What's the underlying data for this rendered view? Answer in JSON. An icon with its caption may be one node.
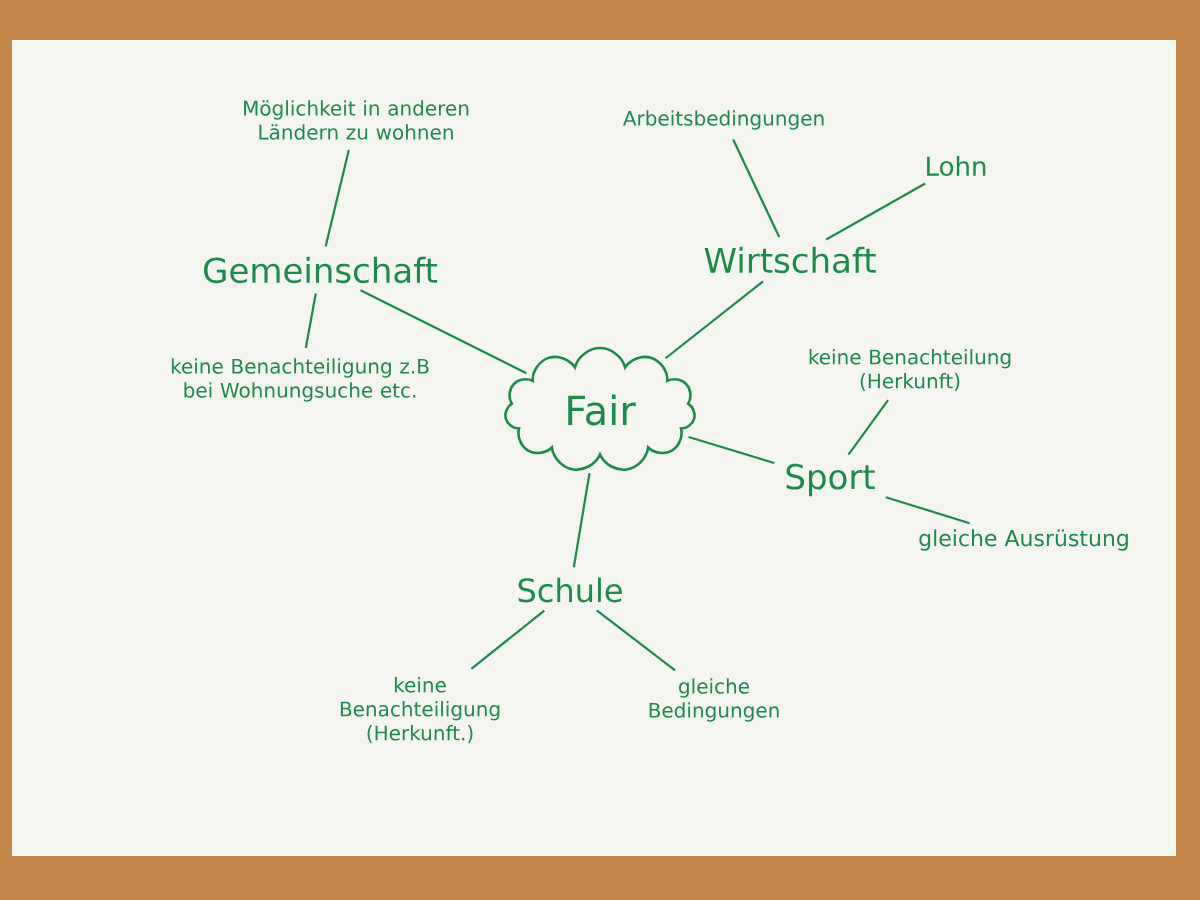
{
  "diagram": {
    "nodes": [
      {
        "text": [
          "Fair"
        ]
      },
      {
        "text": [
          "Gemeinschaft"
        ]
      },
      {
        "text": [
          "Möglichkeit in anderen Ländern zu wohnen"
        ]
      },
      {
        "text": [
          "keine Benachteiligung z.B bei Wohnungsuche etc."
        ]
      },
      {
        "text": [
          "Wirtschaft"
        ]
      },
      {
        "text": [
          "Arbeitsbedingungen"
        ]
      },
      {
        "text": [
          "Lohn"
        ]
      },
      {
        "text": [
          "Sport"
        ]
      },
      {
        "text": [
          "keine Benachteilung (Herkunft)"
        ]
      },
      {
        "text": [
          "gleiche Ausrüstung"
        ]
      },
      {
        "text": [
          "Schule"
        ]
      },
      {
        "text": [
          "keine Benachteiligung (Herkunft.)"
        ]
      },
      {
        "text": [
          "gleiche Bedingungen"
        ]
      }
    ],
    "edges": [
      {
        "from": 0,
        "to": 1,
        "arrow": "none"
      },
      {
        "from": 0,
        "to": 4,
        "arrow": "none"
      },
      {
        "from": 0,
        "to": 7,
        "arrow": "none"
      },
      {
        "from": 0,
        "to": 10,
        "arrow": "none"
      },
      {
        "from": 1,
        "to": 2,
        "arrow": "none"
      },
      {
        "from": 1,
        "to": 3,
        "arrow": "none"
      },
      {
        "from": 4,
        "to": 5,
        "arrow": "none"
      },
      {
        "from": 4,
        "to": 6,
        "arrow": "none"
      },
      {
        "from": 7,
        "to": 8,
        "arrow": "none"
      },
      {
        "from": 7,
        "to": 9,
        "arrow": "none"
      },
      {
        "from": 10,
        "to": 11,
        "arrow": "none"
      },
      {
        "from": 10,
        "to": 12,
        "arrow": "none"
      }
    ]
  }
}
